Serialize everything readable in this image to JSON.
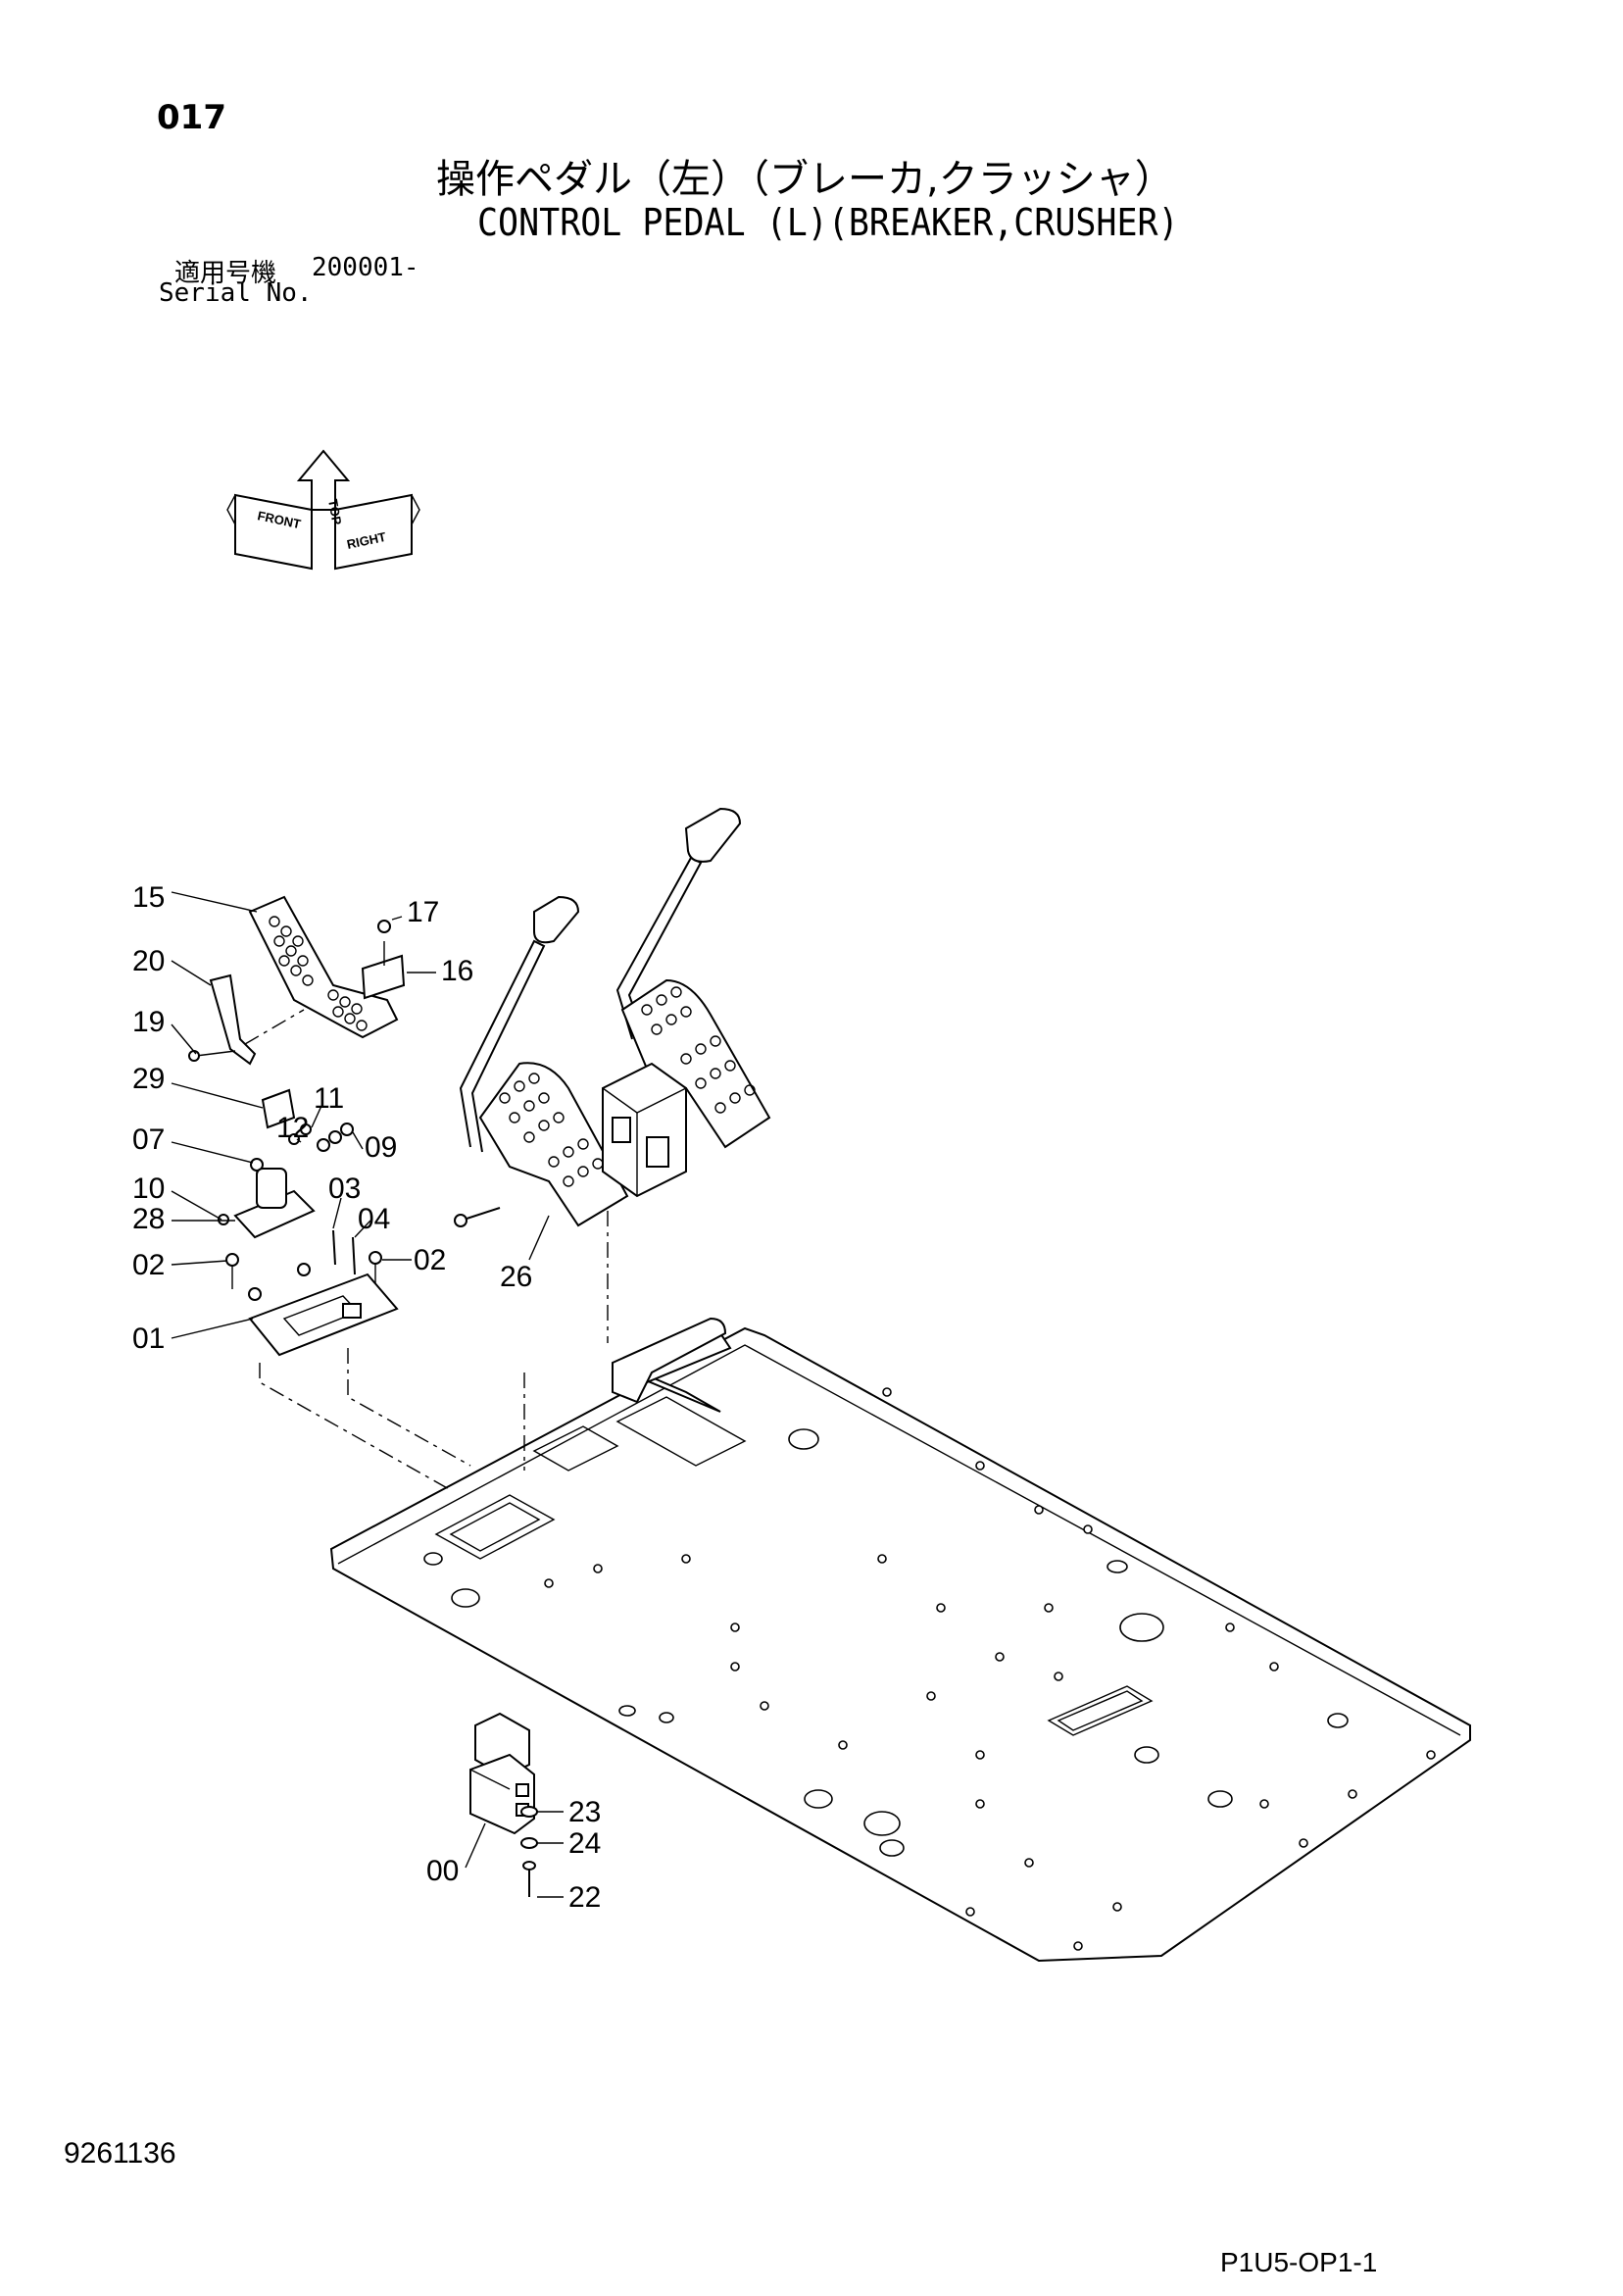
{
  "header": {
    "page_number": "017",
    "title_ja": "操作ペダル（左）（ブレーカ,クラッシャ）",
    "title_en": "CONTROL PEDAL (L)(BREAKER,CRUSHER)",
    "serial_label_ja": "適用号機",
    "serial_value": "200001-",
    "serial_label_en": "Serial No."
  },
  "orientation": {
    "top": "TOP",
    "front": "FRONT",
    "right": "RIGHT"
  },
  "callouts": [
    "15",
    "17",
    "16",
    "20",
    "19",
    "29",
    "11",
    "07",
    "12",
    "09",
    "03",
    "10",
    "04",
    "28",
    "02",
    "02",
    "26",
    "01",
    "23",
    "00",
    "24",
    "22"
  ],
  "footer": {
    "doc_number": "9261136",
    "doc_code": "P1U5-OP1-1"
  }
}
